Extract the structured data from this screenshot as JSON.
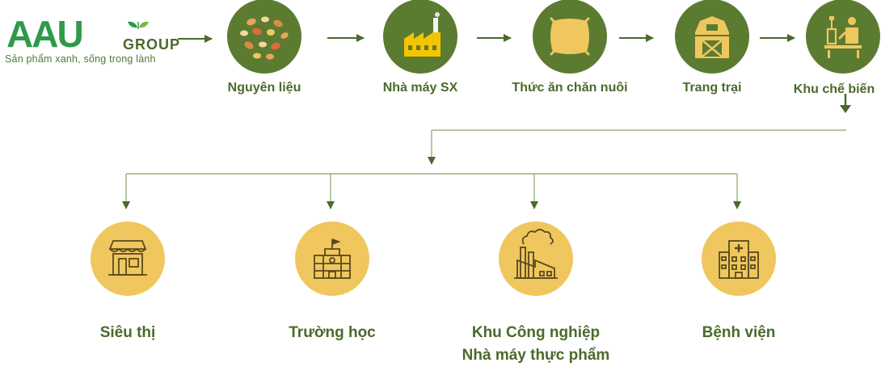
{
  "brand": {
    "name_main": "AAU",
    "name_sub": "GROUP",
    "tagline": "Sản phẩm xanh, sống trong lành",
    "colors": {
      "green": "#2e9a4a",
      "dark_green": "#4b6a2b",
      "gold": "#f0c75e"
    }
  },
  "chain": [
    {
      "label": "Nguyên liệu",
      "icon": "grain-beans-icon"
    },
    {
      "label": "Nhà máy SX",
      "icon": "factory-icon"
    },
    {
      "label": "Thức ăn chăn nuôi",
      "icon": "feed-sack-icon"
    },
    {
      "label": "Trang trại",
      "icon": "barn-icon"
    },
    {
      "label": "Khu chế biến",
      "icon": "processing-worker-icon"
    }
  ],
  "destinations": [
    {
      "label": "Siêu thị",
      "icon": "supermarket-icon"
    },
    {
      "label": "Trường học",
      "icon": "school-icon"
    },
    {
      "label": "Khu Công nghiệp",
      "label2": "Nhà máy thực phẩm",
      "icon": "industrial-plant-icon"
    },
    {
      "label": "Bệnh viện",
      "icon": "hospital-icon"
    }
  ]
}
